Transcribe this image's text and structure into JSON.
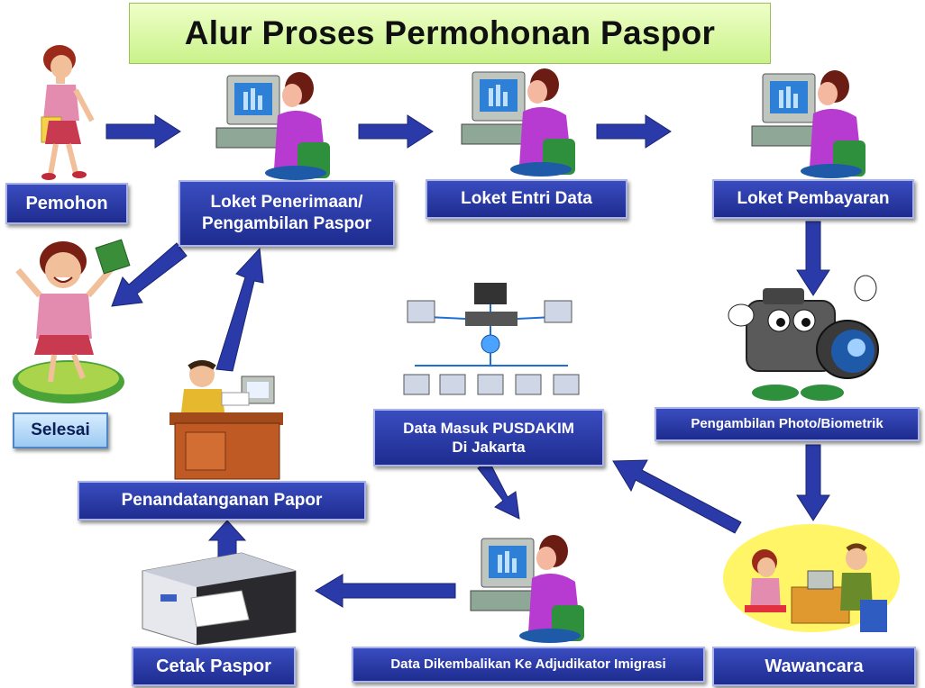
{
  "title": "Alur Proses Permohonan Paspor",
  "steps": {
    "pemohon": "Pemohon",
    "loket_penerimaan_1": "Loket Penerimaan/",
    "loket_penerimaan_2": "Pengambilan Paspor",
    "loket_entri": "Loket Entri Data",
    "loket_pembayaran": "Loket Pembayaran",
    "pengambilan_photo": "Pengambilan Photo/Biometrik",
    "wawancara": "Wawancara",
    "data_dikembalikan": "Data Dikembalikan Ke Adjudikator Imigrasi",
    "cetak_paspor": "Cetak Paspor",
    "penandatanganan": "Penandatanganan Papor",
    "pusdakim_1": "Data Masuk PUSDAKIM",
    "pusdakim_2": "Di Jakarta",
    "selesai": "Selesai"
  },
  "colors": {
    "label_bg": "#2a3aa8",
    "arrow": "#2a3aa8",
    "title_bg": "#d7f7a0"
  },
  "icons": [
    "walking-woman-icon",
    "clerk-computer-icon",
    "happy-person-icon",
    "camera-mascot-icon",
    "interview-icon",
    "printer-icon",
    "official-desk-icon",
    "network-icon"
  ]
}
